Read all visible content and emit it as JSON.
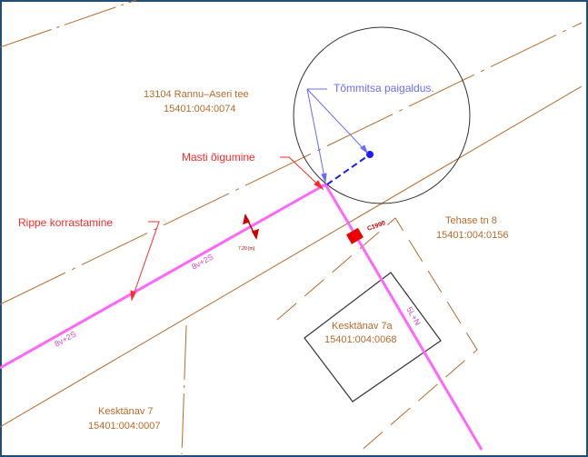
{
  "colors": {
    "border": "#1f4e79",
    "orange_lines": "#b86a2a",
    "power_line": "#ff66ff",
    "annotation_red": "#ff2a2a",
    "annotation_blue": "#6a6aff",
    "guy_wire": "#1a1aff",
    "building": "#333333",
    "circle": "#333333",
    "pole_marker": "#ee0000"
  },
  "labels": {
    "road_name": "13104 Rannu–Aseri tee",
    "road_code": "15401:004:0074",
    "tommitsa": "Tõmmitsa paigaldus.",
    "masti": "Masti õigumine",
    "rippe": "Rippe korrastamine",
    "tehase_name": "Tehase tn 8",
    "tehase_code": "15401:004:0156",
    "kesk7a_name": "Kesktänav 7a",
    "kesk7a_code": "15401:004:0068",
    "kesk7_name": "Kesktänav 7",
    "kesk7_code": "15401:004:0007",
    "line_label_1": "8v+2S",
    "line_label_2": "8v+2S",
    "line_label_3": "5L+N",
    "pole_label": "C1990",
    "dimension": "7.20 [m]"
  }
}
